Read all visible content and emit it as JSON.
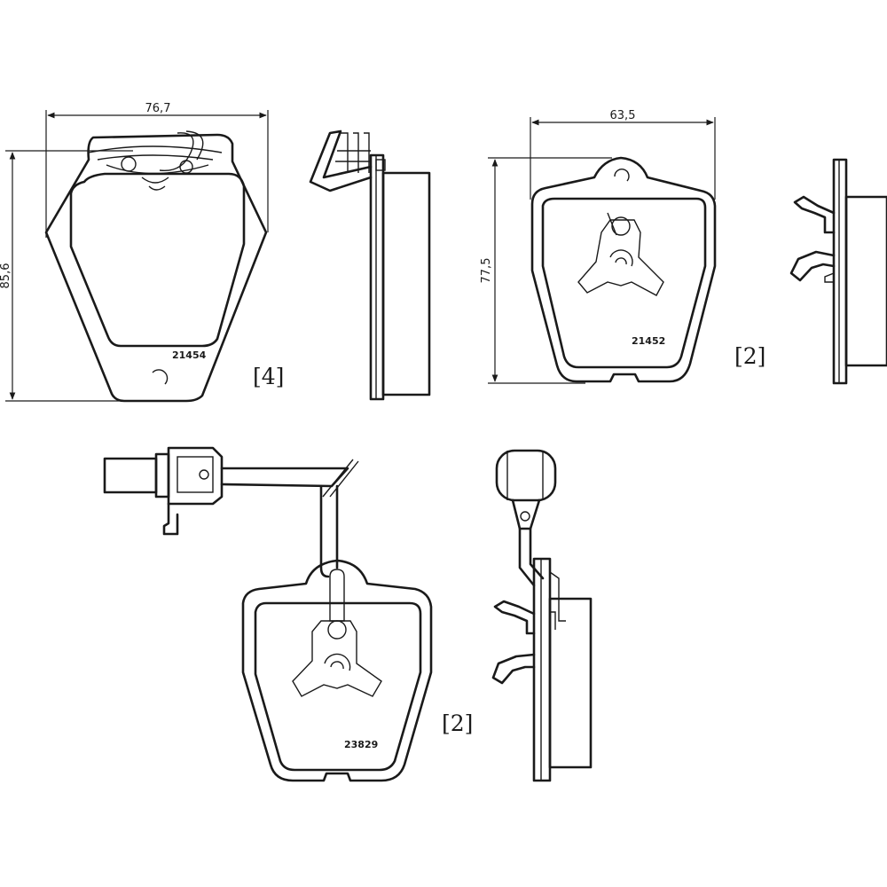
{
  "pad_1": {
    "width_label": "76,7",
    "height_label": "85,6",
    "part_code": "21454",
    "quantity": "[4]"
  },
  "pad_2": {
    "width_label": "63,5",
    "height_label": "77,5",
    "part_code": "21452",
    "quantity": "[2]"
  },
  "pad_3": {
    "part_code": "23829",
    "quantity": "[2]"
  }
}
